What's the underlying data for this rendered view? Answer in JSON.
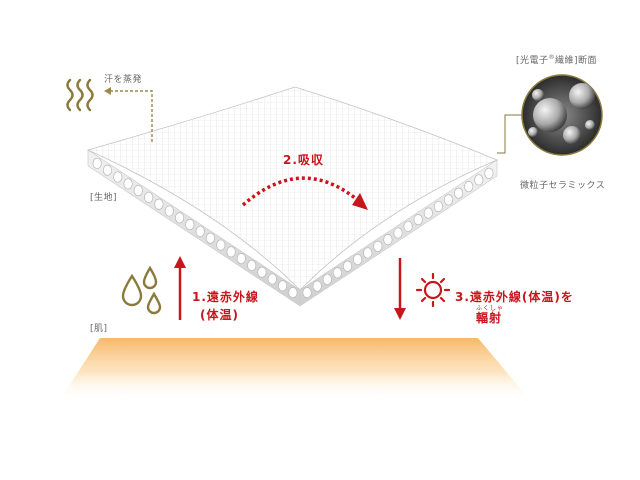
{
  "labels": {
    "sweat_evaporation": "汗を蒸発",
    "fabric": "[生地]",
    "skin": "[肌]",
    "cross_section_title": "[光電子",
    "cross_section_reg": "®",
    "cross_section_title_end": "繊維]断面",
    "micro_ceramics": "微粒子セラミックス",
    "step1_line1": "1.遠赤外線",
    "step1_line2": "(体温)",
    "step2": "2.吸収",
    "step3_line1": "3.遠赤外線(体温)を",
    "step3_ruby": "ふくしゃ",
    "step3_line2": "輻射"
  },
  "icons": {
    "steam": "steam-wavy-lines-icon",
    "water_drops": "water-drops-icon",
    "sun": "sun-radiation-icon"
  },
  "colors": {
    "accent_red": "#c8161d",
    "olive": "#8a7a3c",
    "skin_glow": "#f7b563",
    "fabric_grid": "#d9d9d9"
  }
}
